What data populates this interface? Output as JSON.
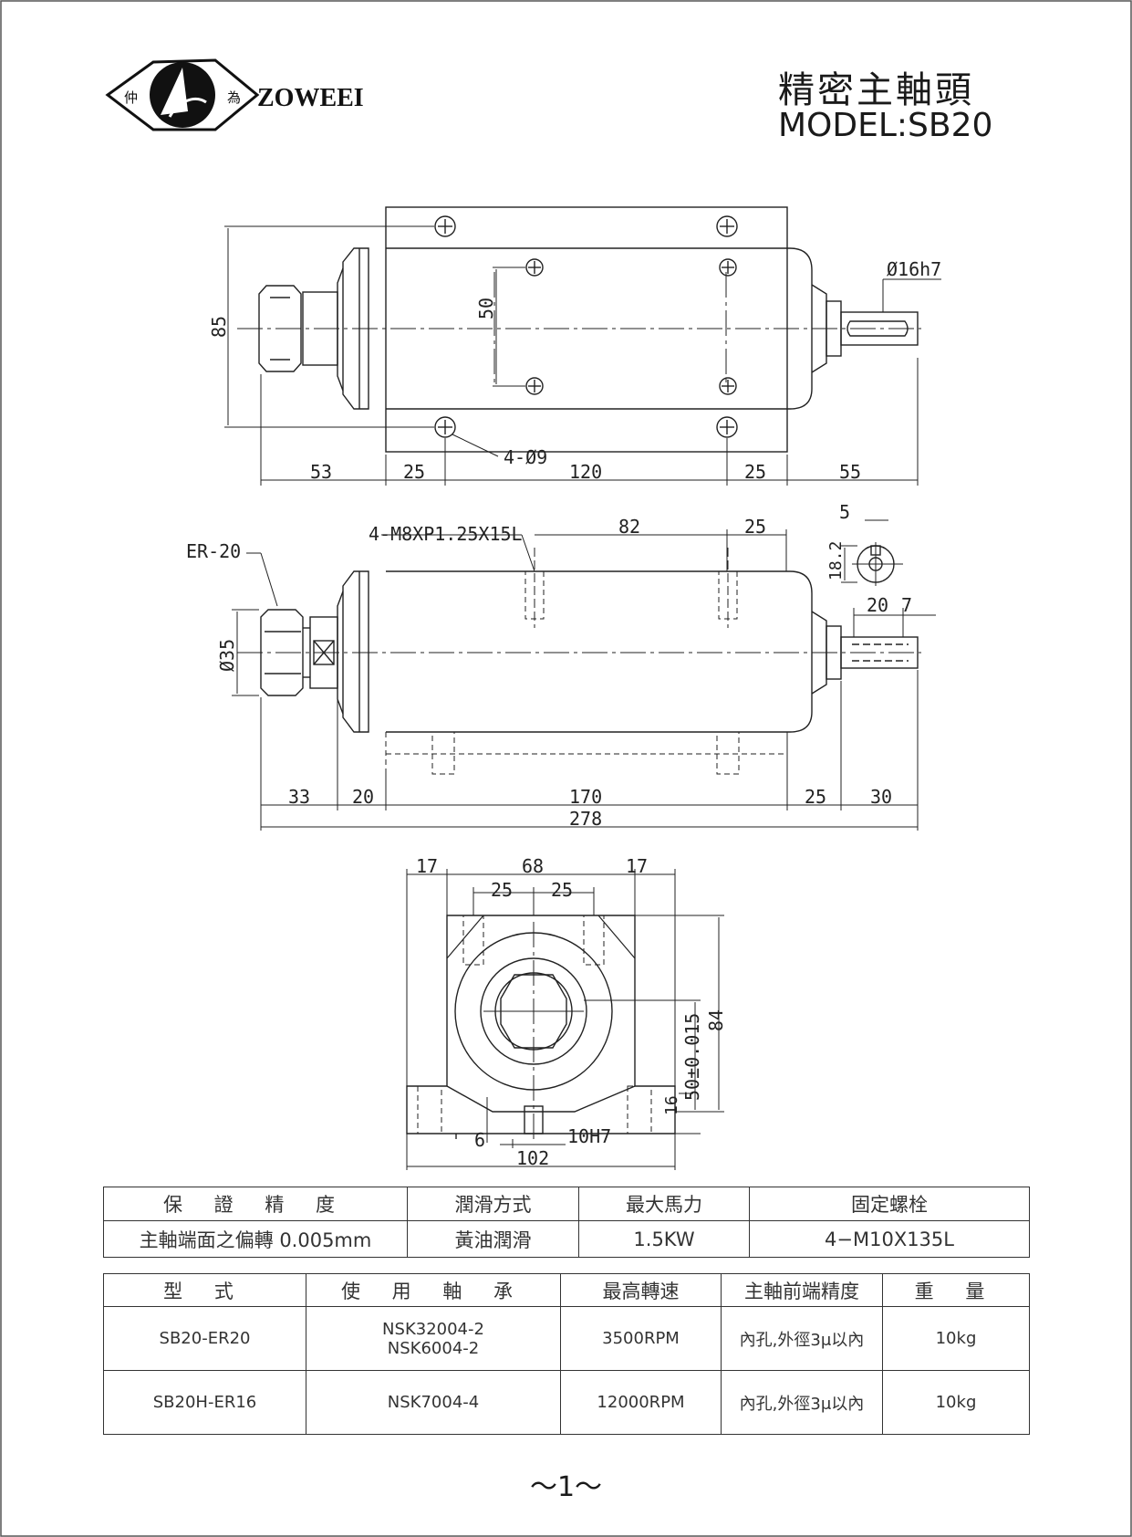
{
  "header": {
    "brand": "ZOWEEI",
    "logo_chars": [
      "仲",
      "為"
    ],
    "title_cn": "精密主軸頭",
    "model": "MODEL:SB20"
  },
  "top_view": {
    "dims": {
      "height": "85",
      "hole_spacing": "50",
      "shaft_dia": "Ø16h7",
      "holes": "4-Ø9",
      "d53": "53",
      "d25a": "25",
      "d120": "120",
      "d25b": "25",
      "d55": "55"
    }
  },
  "side_view": {
    "dims": {
      "collet": "ER-20",
      "thread": "4-M8XP1.25X15L",
      "d82": "82",
      "d25": "25",
      "dia35": "Ø35",
      "key5": "5",
      "key18": "18.2",
      "d20": "20",
      "d7": "7",
      "d33": "33",
      "d20b": "20",
      "d170": "170",
      "d25b": "25",
      "d30": "30",
      "total": "278"
    }
  },
  "front_view": {
    "dims": {
      "d17a": "17",
      "d68": "68",
      "d17b": "17",
      "d25a": "25",
      "d25b": "25",
      "d84": "84",
      "center": "50±0.015",
      "d16": "16",
      "d6": "6",
      "slot": "10H7",
      "width": "102"
    }
  },
  "table1": {
    "headers": [
      "保 證 精 度",
      "潤滑方式",
      "最大馬力",
      "固定螺栓"
    ],
    "row": [
      "主軸端面之偏轉 0.005mm",
      "黃油潤滑",
      "1.5KW",
      "4−M10X135L"
    ]
  },
  "table2": {
    "headers": [
      "型 式",
      "使 用 軸 承",
      "最高轉速",
      "主軸前端精度",
      "重 量"
    ],
    "rows": [
      {
        "model": "SB20-ER20",
        "bearing1": "NSK32004-2",
        "bearing2": "NSK6004-2",
        "speed": "3500RPM",
        "accuracy": "內孔,外徑3μ以內",
        "weight": "10kg"
      },
      {
        "model": "SB20H-ER16",
        "bearing1": "NSK7004-4",
        "bearing2": "",
        "speed": "12000RPM",
        "accuracy": "內孔,外徑3μ以內",
        "weight": "10kg"
      }
    ]
  },
  "footer": {
    "page": "～1～"
  }
}
